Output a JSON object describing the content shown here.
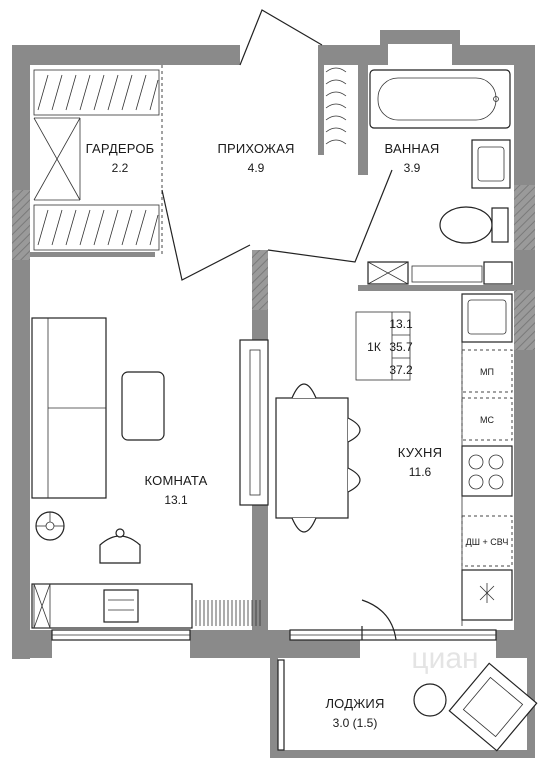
{
  "rooms": {
    "wardrobe": {
      "name": "ГАРДЕРОБ",
      "area": "2.2"
    },
    "hallway": {
      "name": "ПРИХОЖАЯ",
      "area": "4.9"
    },
    "bathroom": {
      "name": "ВАННАЯ",
      "area": "3.9"
    },
    "living": {
      "name": "КОМНАТА",
      "area": "13.1"
    },
    "kitchen": {
      "name": "КУХНЯ",
      "area": "11.6"
    },
    "loggia": {
      "name": "ЛОДЖИЯ",
      "area": "3.0 (1.5)"
    }
  },
  "summary": {
    "type": "1К",
    "living_area": "13.1",
    "total_area": "35.7",
    "total_with_loggia": "37.2"
  },
  "appliances": {
    "dishwasher": "МП",
    "microwave": "МС",
    "dishwasher_microwave": "ДШ + СВЧ"
  },
  "colors": {
    "wall": "#8a8a8a",
    "line": "#222222",
    "background": "#ffffff"
  },
  "watermark": "циан"
}
